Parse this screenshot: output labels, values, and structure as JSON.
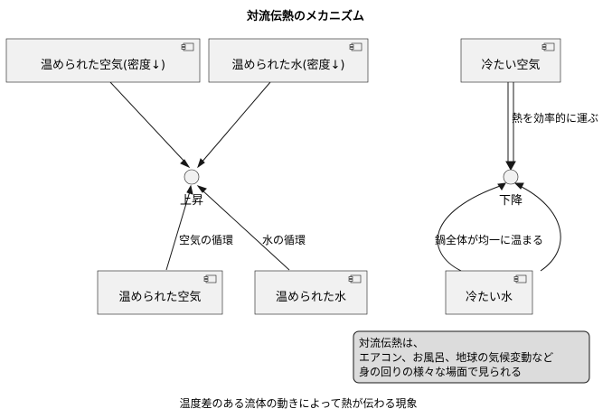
{
  "title": "対流伝熱のメカニズム",
  "caption": "温度差のある流体の動きによって熱が伝わる現象",
  "components": {
    "warm_air_density": "温められた空気(密度↓)",
    "warm_water_density": "温められた水(密度↓)",
    "cold_air": "冷たい空気",
    "warm_air": "温められた空気",
    "warm_water": "温められた水",
    "cold_water": "冷たい水"
  },
  "interfaces": {
    "rise": "上昇",
    "fall": "下降"
  },
  "edges": {
    "air_cycle": "空気の循環",
    "water_cycle": "水の循環",
    "efficient_transport": "熱を効率的に運ぶ",
    "uniform_heating": "鍋全体が均一に温まる"
  },
  "note": {
    "line1": "対流伝熱は、",
    "line2": "エアコン、お風呂、地球の気候変動など",
    "line3": "身の回りの様々な場面で見られる"
  }
}
